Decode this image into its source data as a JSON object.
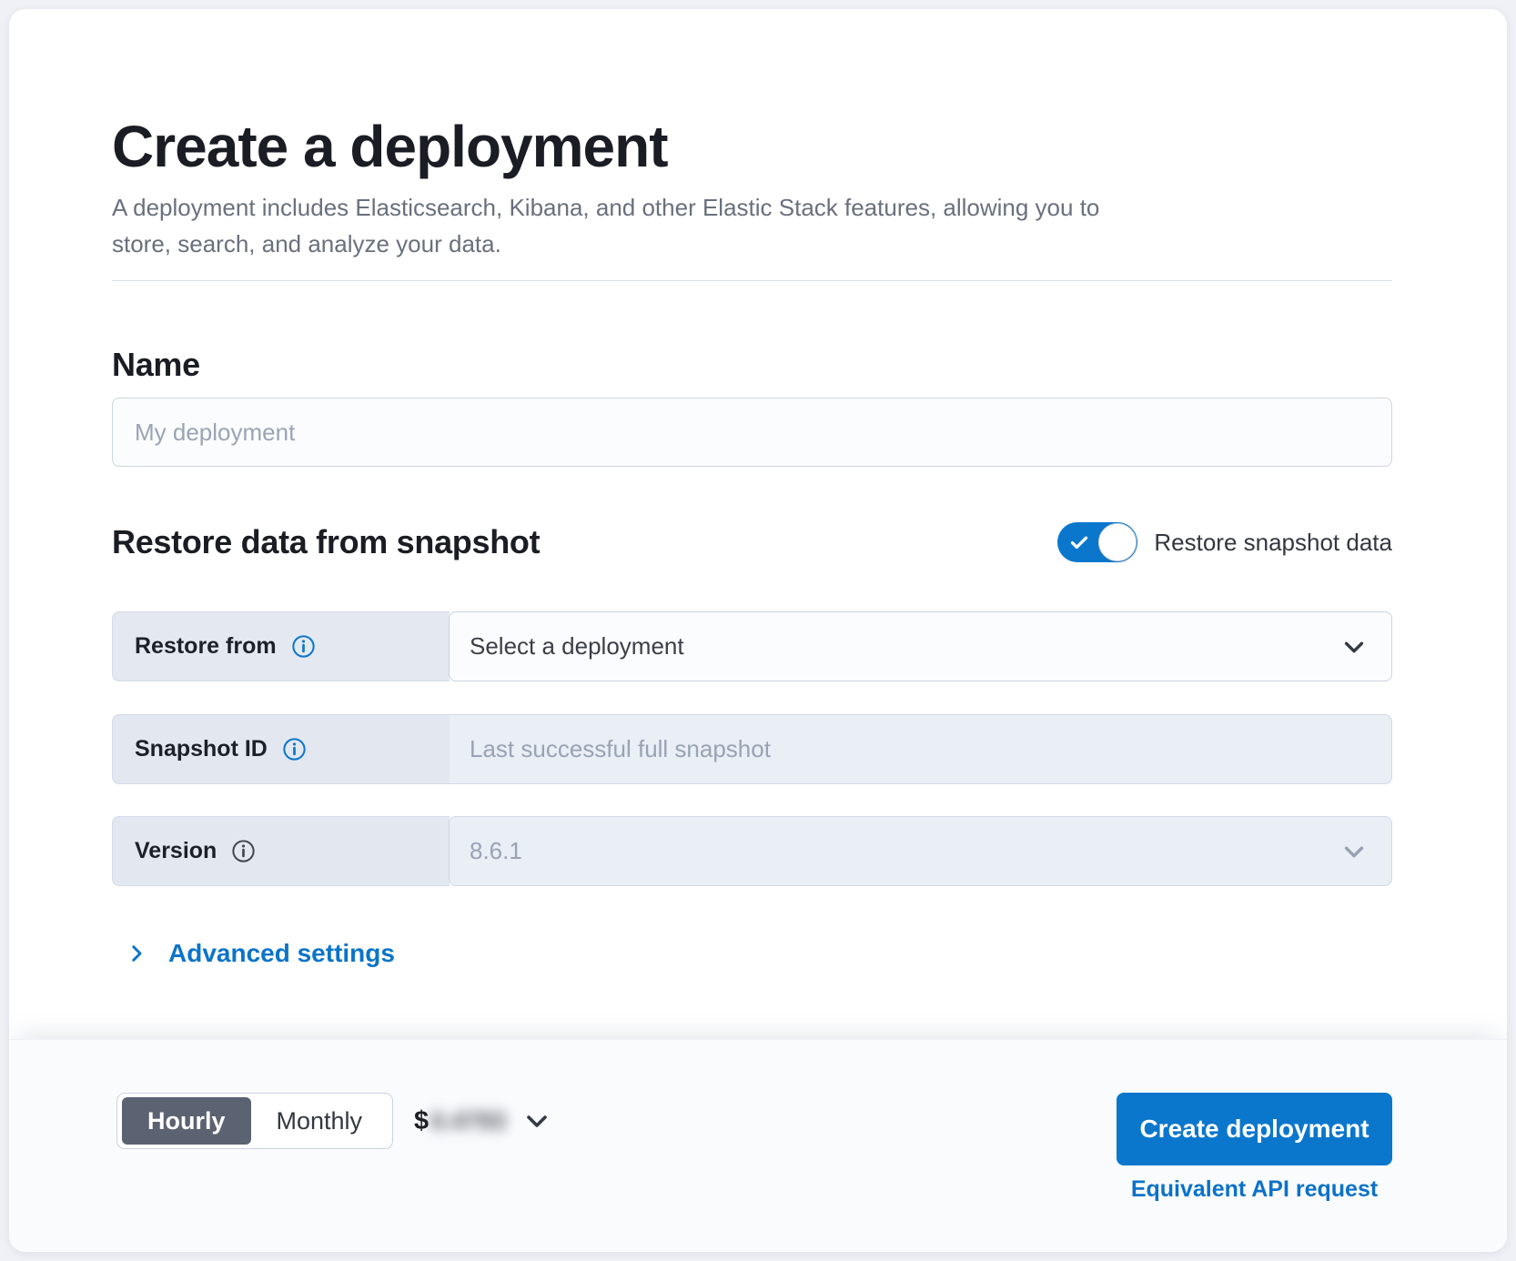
{
  "page": {
    "title": "Create a deployment",
    "subtitle": "A deployment includes Elasticsearch, Kibana, and other Elastic Stack features, allowing you to store, search, and analyze your data."
  },
  "name_section": {
    "heading": "Name",
    "input_placeholder": "My deployment"
  },
  "snapshot_section": {
    "heading": "Restore data from snapshot",
    "toggle_label": "Restore snapshot data",
    "toggle_on": true,
    "rows": [
      {
        "label": "Restore from",
        "text": "Select a deployment"
      },
      {
        "label": "Snapshot ID",
        "text": "Last successful full snapshot"
      },
      {
        "label": "Version",
        "text": "8.6.1"
      }
    ],
    "advanced_link": "Advanced settings"
  },
  "bottom_bar": {
    "billing_hourly": "Hourly",
    "billing_monthly": "Monthly",
    "selected_billing": "Hourly",
    "price_currency": "$",
    "price_value": "0.4793",
    "create_button": "Create deployment",
    "api_link": "Equivalent API request"
  },
  "colors": {
    "accent": "#0a77cc",
    "toggle_on": "#0a77cc",
    "selected_segment": "#5b6271",
    "disabled_text": "#99a3b4",
    "label_bg": "#e4e8f1"
  }
}
